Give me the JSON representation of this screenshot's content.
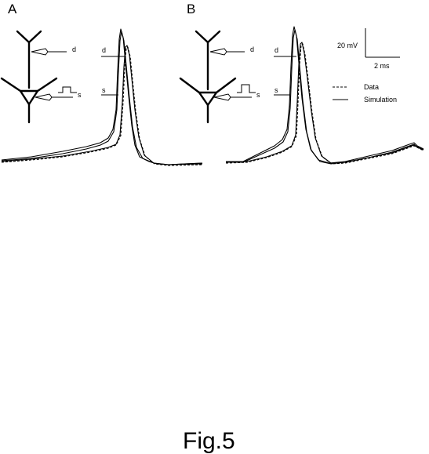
{
  "panels": [
    {
      "letter": "A",
      "dendrite_label": "d",
      "soma_label": "s",
      "trace_d_label": "d",
      "trace_s_label": "s"
    },
    {
      "letter": "B",
      "dendrite_label": "d",
      "soma_label": "s",
      "trace_d_label": "d",
      "trace_s_label": "s"
    }
  ],
  "scale_bar": {
    "voltage": "20 mV",
    "time": "2 ms"
  },
  "legend": {
    "data": "Data",
    "simulation": "Simulation"
  },
  "caption": "Fig.5"
}
